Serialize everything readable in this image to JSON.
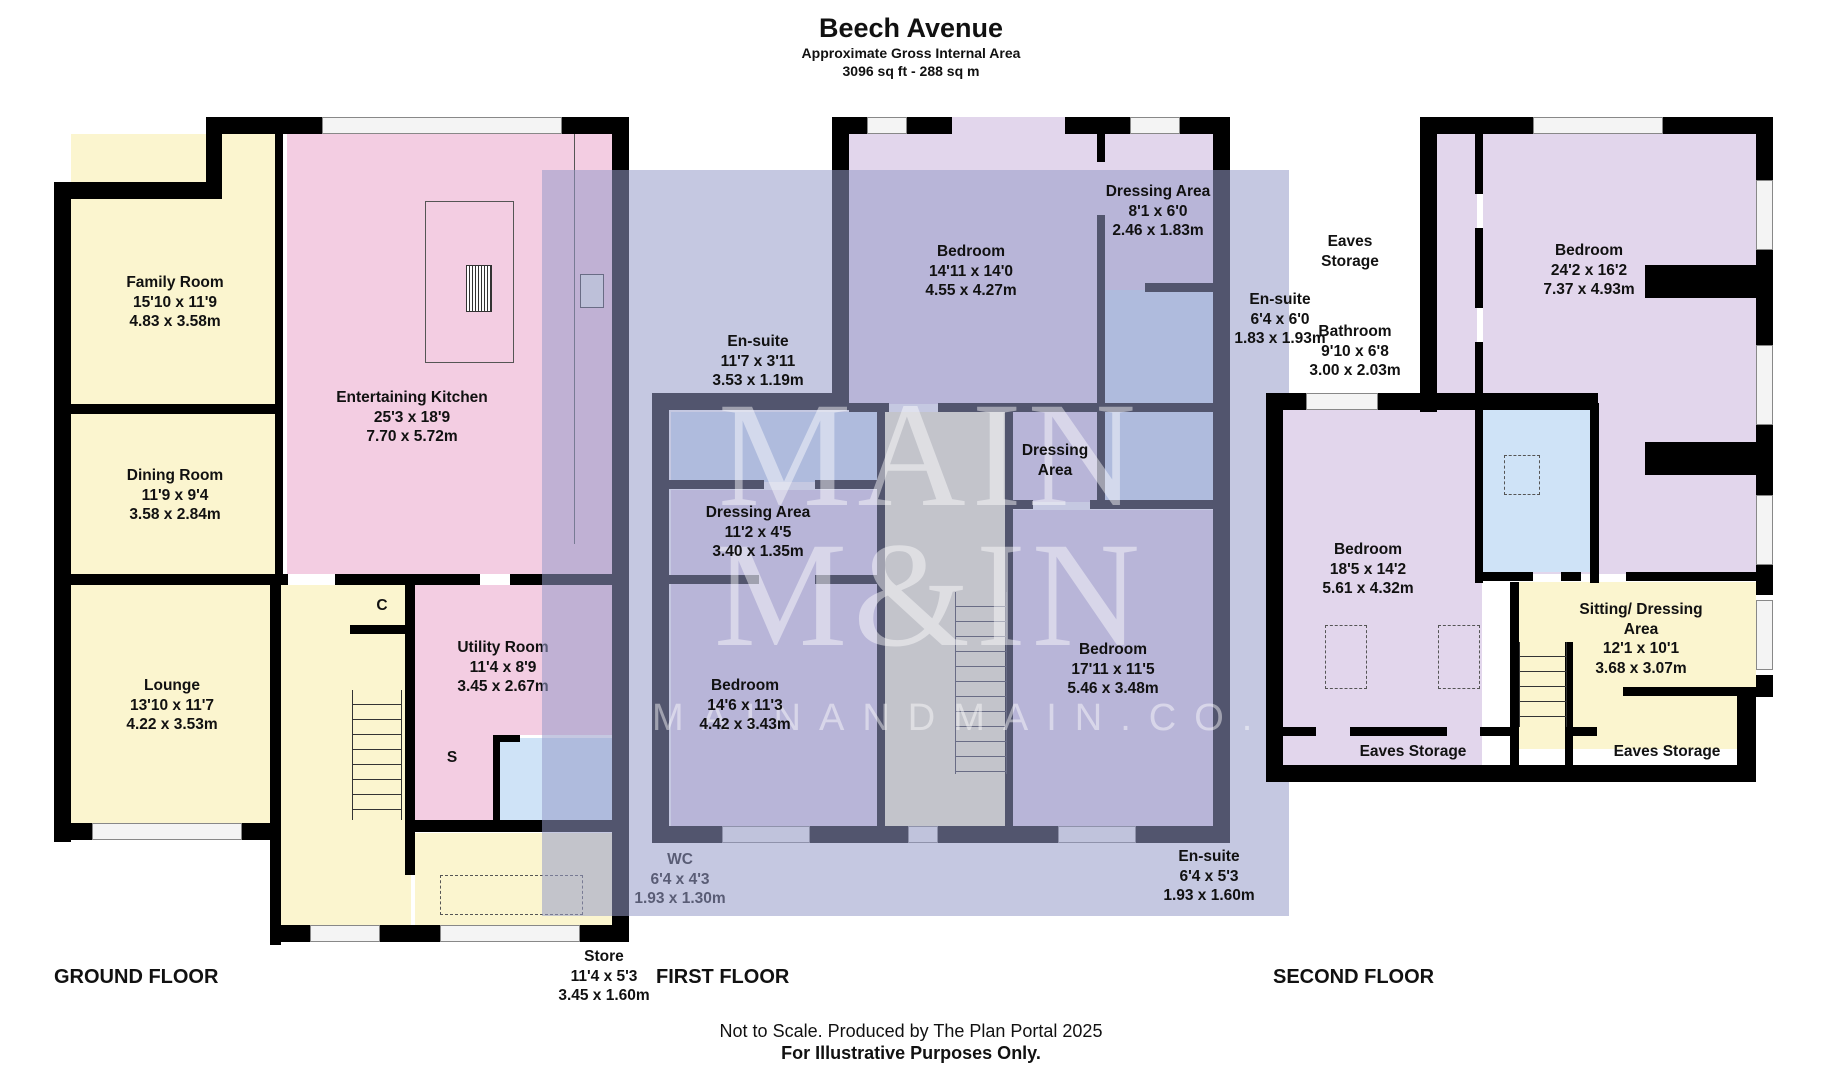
{
  "header": {
    "title": "Beech Avenue",
    "subtitle": "Approximate Gross Internal Area",
    "area": "3096 sq ft - 288 sq m"
  },
  "footer": {
    "disclaimer": "Not to Scale. Produced by The Plan Portal 2025",
    "note": "For Illustrative Purposes Only."
  },
  "watermark": {
    "line1": "MAIN",
    "line2": "M&IN",
    "url": "MAINANDMAIN.CO.UK"
  },
  "colors": {
    "wall": "#000000",
    "ground_living": "#fbf5cf",
    "kitchen_utility": "#f3cde2",
    "bedrooms": "#e2d6ec",
    "bathrooms": "#cfe3f7",
    "overlay": "#969bc8"
  },
  "floors": {
    "ground": {
      "title": "GROUND FLOOR",
      "rooms": [
        {
          "name": "Family Room",
          "imperial": "15'10 x 11'9",
          "metric": "4.83 x 3.58m"
        },
        {
          "name": "Dining Room",
          "imperial": "11'9 x 9'4",
          "metric": "3.58 x 2.84m"
        },
        {
          "name": "Lounge",
          "imperial": "13'10 x 11'7",
          "metric": "4.22 x 3.53m"
        },
        {
          "name": "Entertaining Kitchen",
          "imperial": "25'3 x 18'9",
          "metric": "7.70 x 5.72m"
        },
        {
          "name": "Utility Room",
          "imperial": "11'4 x 8'9",
          "metric": "3.45 x 2.67m"
        },
        {
          "name": "WC",
          "imperial": "6'4 x 4'3",
          "metric": "1.93 x 1.30m"
        },
        {
          "name": "Store",
          "imperial": "11'4 x 5'3",
          "metric": "3.45 x 1.60m"
        }
      ],
      "cupboards": [
        "C",
        "S"
      ]
    },
    "first": {
      "title": "FIRST FLOOR",
      "rooms": [
        {
          "name": "Bedroom",
          "imperial": "14'11 x 14'0",
          "metric": "4.55 x 4.27m"
        },
        {
          "name": "Dressing Area",
          "imperial": "8'1 x 6'0",
          "metric": "2.46 x 1.83m"
        },
        {
          "name": "En-suite",
          "imperial": "6'4 x 6'0",
          "metric": "1.83 x 1.93m"
        },
        {
          "name": "En-suite",
          "imperial": "11'7 x 3'11",
          "metric": "3.53 x 1.19m"
        },
        {
          "name": "Dressing Area",
          "imperial": "11'2 x 4'5",
          "metric": "3.40 x 1.35m"
        },
        {
          "name": "Bedroom",
          "imperial": "14'6 x 11'3",
          "metric": "4.42 x 3.43m"
        },
        {
          "name": "Dressing Area",
          "imperial": "",
          "metric": ""
        },
        {
          "name": "Bedroom",
          "imperial": "17'11 x 11'5",
          "metric": "5.46 x 3.48m"
        },
        {
          "name": "En-suite",
          "imperial": "6'4 x 5'3",
          "metric": "1.93 x 1.60m"
        }
      ]
    },
    "second": {
      "title": "SECOND FLOOR",
      "rooms": [
        {
          "name": "Eaves Storage",
          "imperial": "",
          "metric": ""
        },
        {
          "name": "Bedroom",
          "imperial": "24'2 x 16'2",
          "metric": "7.37 x 4.93m"
        },
        {
          "name": "Bathroom",
          "imperial": "9'10 x 6'8",
          "metric": "3.00 x 2.03m"
        },
        {
          "name": "Bedroom",
          "imperial": "18'5 x 14'2",
          "metric": "5.61 x 4.32m"
        },
        {
          "name": "Sitting/ Dressing Area",
          "imperial": "12'1 x 10'1",
          "metric": "3.68 x 3.07m"
        },
        {
          "name": "Eaves Storage",
          "imperial": "",
          "metric": ""
        },
        {
          "name": "Eaves Storage",
          "imperial": "",
          "metric": ""
        }
      ]
    }
  }
}
